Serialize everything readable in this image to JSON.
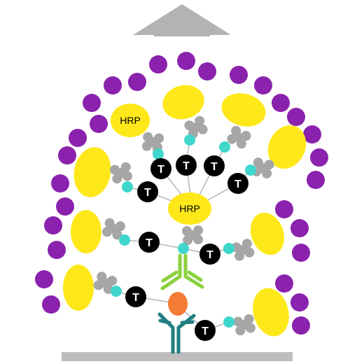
{
  "labels": {
    "tyramide": "T",
    "hrp_top": "HRP",
    "hrp_center": "HRP"
  },
  "colors": {
    "background": "#ffffff",
    "surface": "#bdbdbd",
    "arrow": "#b3b3b3",
    "deposit_dot": "#8a22ad",
    "hrp_enzyme": "#ffe81a",
    "tyramide_node": "#000000",
    "tyramide_text": "#ffffff",
    "linker_dot": "#3fd6cc",
    "binding_protein": "#a6a6a6",
    "connector_line": "#b5b5b5",
    "antigen": "#f47b35",
    "primary_antibody": "#1f7f80",
    "secondary_antibody": "#8bd13c"
  },
  "icons": {
    "arrow": "up-arrow-icon",
    "binding_protein": "streptavidin-icon",
    "primary_antibody": "primary-antibody-icon",
    "secondary_antibody": "secondary-antibody-icon"
  }
}
